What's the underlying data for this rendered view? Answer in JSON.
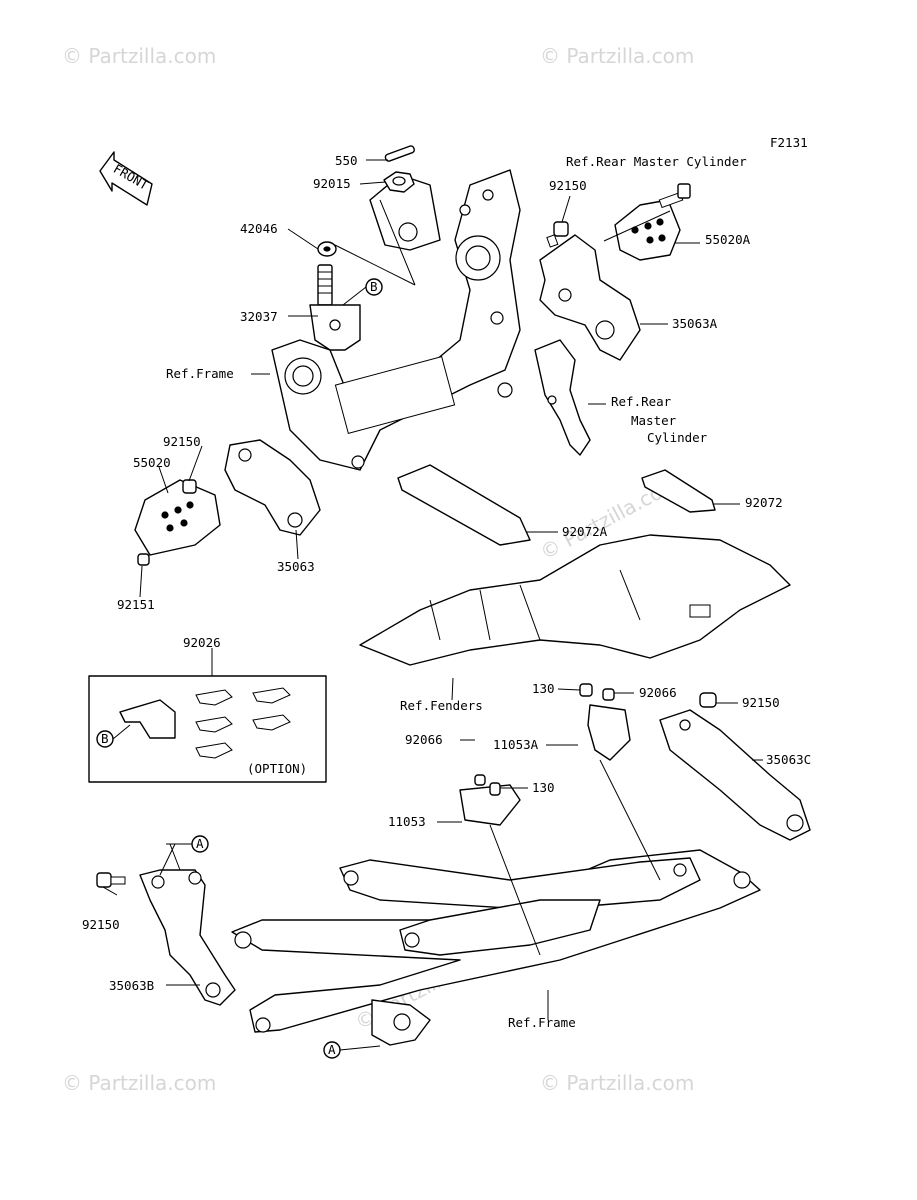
{
  "figure_code": "F2131",
  "front_label": "FRONT",
  "watermarks": [
    "© Partzilla.com",
    "© Partzilla.com",
    "© Partzilla.com",
    "© Partzilla.com",
    "© Partzilla.com",
    "© Partzilla.com",
    "© Partzilla.com"
  ],
  "callouts": {
    "c550": "550",
    "c92015": "92015",
    "c42046": "42046",
    "c32037": "32037",
    "ref_frame_upper": "Ref.Frame",
    "c92150_left": "92150",
    "c55020": "55020",
    "c35063": "35063",
    "c92151": "92151",
    "ref_rear_mc_top": "Ref.Rear Master Cylinder",
    "c92150_top": "92150",
    "c55020A": "55020A",
    "c35063A": "35063A",
    "ref_rear_mc_line1": "Ref.Rear",
    "ref_rear_mc_line2": "Master",
    "ref_rear_mc_line3": "Cylinder",
    "c92072": "92072",
    "c92072A": "92072A",
    "ref_fenders": "Ref.Fenders",
    "c92026": "92026",
    "option": "(OPTION)",
    "c130_top": "130",
    "c92066_top": "92066",
    "c92150_right": "92150",
    "c11053A": "11053A",
    "c35063C": "35063C",
    "c92066_mid": "92066",
    "c130_mid": "130",
    "c11053": "11053",
    "c92150_bottom": "92150",
    "c35063B": "35063B",
    "ref_frame_lower": "Ref.Frame",
    "marker_a": "A",
    "marker_b": "B"
  }
}
